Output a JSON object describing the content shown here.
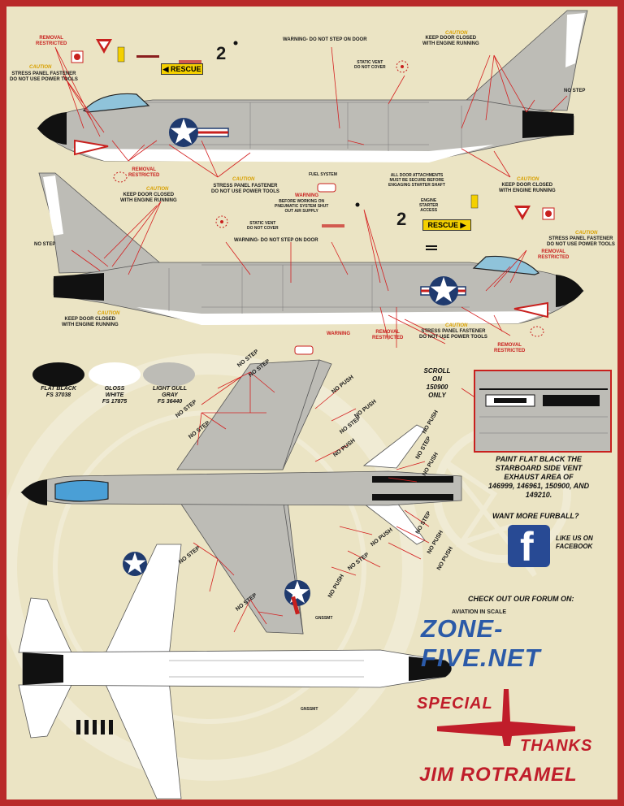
{
  "labels": {
    "removal_restricted": "REMOVAL RESTRICTED",
    "removal": "REMOVAL",
    "restricted": "RESTRICTED",
    "caution": "CAUTION",
    "stress_panel_1": "STRESS PANEL FASTENER",
    "stress_panel_2": "DO NOT USE POWER TOOLS",
    "keep_door_1": "KEEP DOOR CLOSED",
    "keep_door_2": "WITH ENGINE RUNNING",
    "no_step": "NO STEP",
    "no_push": "NO PUSH",
    "warning_door": "WARNING- DO NOT STEP ON DOOR",
    "static_vent_1": "STATIC VENT",
    "static_vent_2": "DO NOT COVER",
    "rescue": "RESCUE",
    "fuel_system": "FUEL SYSTEM",
    "door_attach_1": "ALL DOOR ATTACHMENTS",
    "door_attach_2": "MUST BE SECURE BEFORE",
    "door_attach_3": "ENGAGING STARTER SHAFT",
    "engine_starter_1": "ENGINE",
    "engine_starter_2": "STARTER",
    "engine_starter_3": "ACCESS",
    "warning": "WARNING",
    "pneumatic_1": "BEFORE WORKING ON",
    "pneumatic_2": "PNEUMATIC SYSTEM SHUT",
    "pneumatic_3": "OUT AIR SUPPLY",
    "gnssmt": "GNSSMT",
    "scroll_1": "SCROLL",
    "scroll_2": "ON",
    "scroll_3": "150900",
    "scroll_4": "ONLY",
    "number_two": "2"
  },
  "swatches": [
    {
      "line1": "FLAT BLACK",
      "line2": "FS 37038",
      "color": "#111111"
    },
    {
      "line1": "GLOSS",
      "line2": "WHITE",
      "line3": "FS 17875",
      "color": "#ffffff"
    },
    {
      "line1": "LIGHT GULL",
      "line2": "GRAY",
      "line3": "FS 36440",
      "color": "#bdbcb6"
    }
  ],
  "paint_note": {
    "line1": "PAINT FLAT BLACK THE",
    "line2": "STARBOARD SIDE VENT",
    "line3": "EXHAUST AREA OF",
    "line4": "146999, 146961, 150900,  AND",
    "line5": "149210."
  },
  "promo": {
    "want_more": "WANT MORE FURBALL?",
    "facebook_glyph": "f",
    "like_1": "LIKE US ON",
    "like_2": "FACEBOOK",
    "forum": "CHECK OUT OUR FORUM ON:",
    "aviation": "AVIATION IN SCALE",
    "site": "ZONE-FIVE.NET"
  },
  "thanks": {
    "special": "SPECIAL",
    "thanks": "THANKS",
    "name": "JIM ROTRAMEL"
  },
  "colors": {
    "border": "#b92a2a",
    "background": "#ebe4c4",
    "gull_gray": "#bdbcb6",
    "insignia_blue": "#1f3a6e",
    "accent_red": "#c8201e",
    "caution_yellow": "#d8a000",
    "site_blue": "#2b5aa8"
  }
}
